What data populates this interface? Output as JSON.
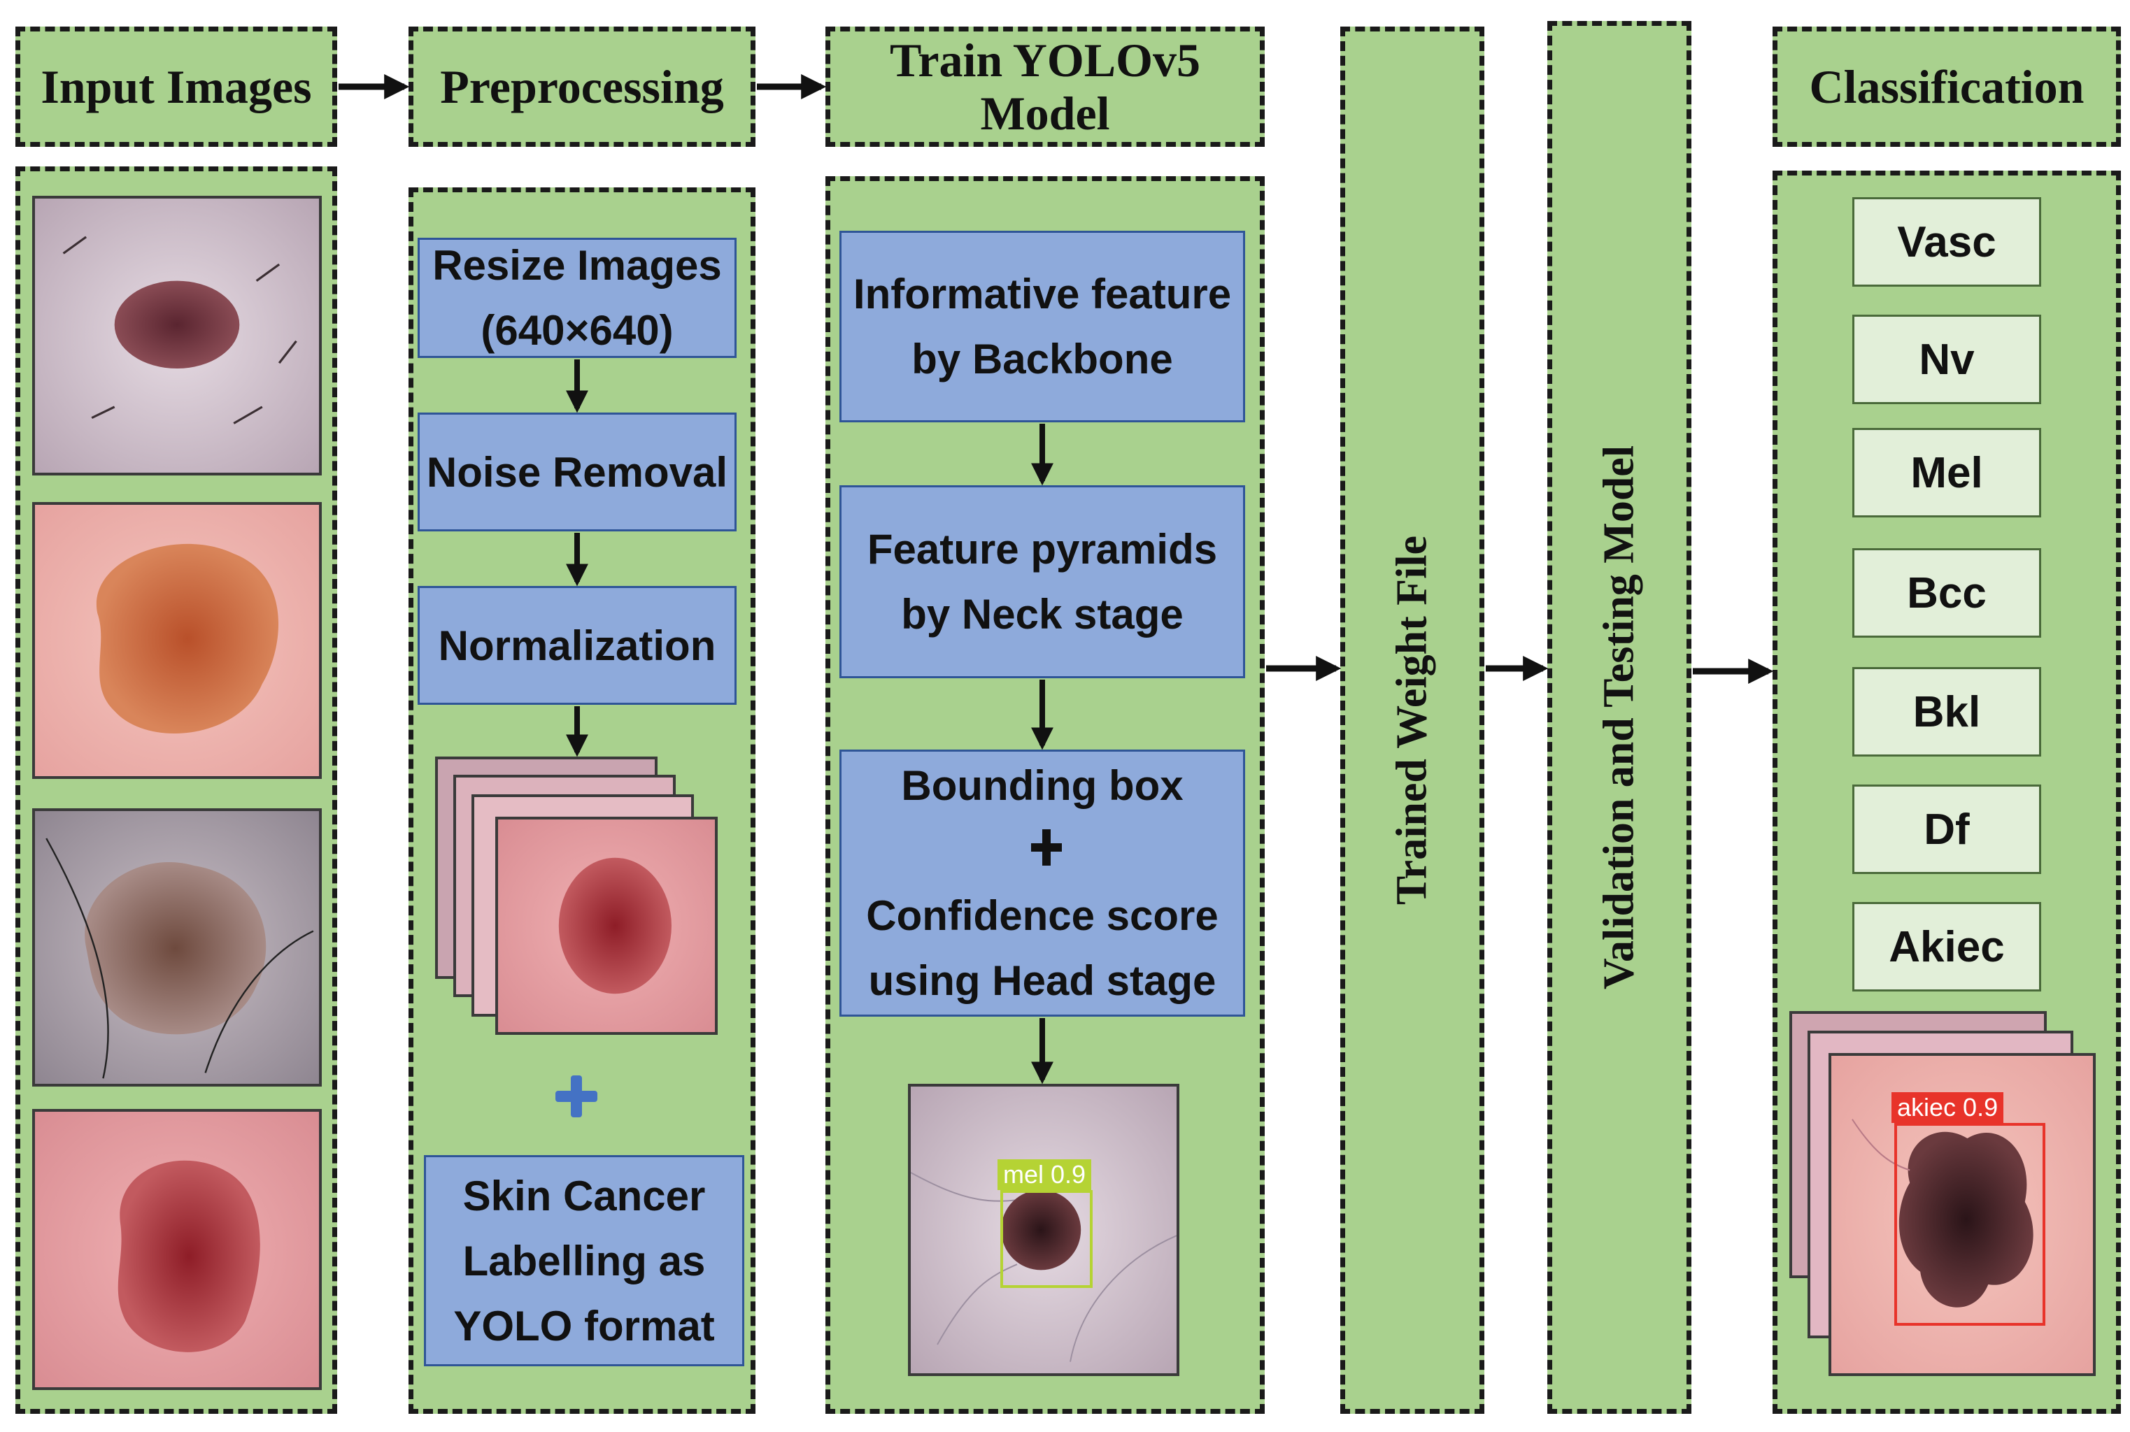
{
  "columns": {
    "input": {
      "title": "Input Images"
    },
    "preprocessing": {
      "title": "Preprocessing",
      "steps": [
        "Resize Images\n(640×640)",
        "Noise Removal",
        "Normalization"
      ],
      "labelling": "Skin Cancer\nLabelling as\nYOLO format"
    },
    "train": {
      "title": "Train YOLOv5\nModel",
      "steps": [
        "Informative feature\nby Backbone",
        "Feature pyramids\nby Neck stage",
        "Bounding box\n\nConfidence score\nusing Head stage"
      ],
      "detection_label": "mel 0.9"
    },
    "weights": {
      "title": "Trained Weight File"
    },
    "validation": {
      "title": "Validation and Testing Model"
    },
    "classification": {
      "title": "Classification",
      "classes": [
        "Vasc",
        "Nv",
        "Mel",
        "Bcc",
        "Bkl",
        "Df",
        "Akiec"
      ],
      "detection_label": "akiec 0.9"
    }
  },
  "icons": {
    "plus": "plus-icon",
    "arrow": "arrow-right-icon"
  },
  "colors": {
    "panel_green": "#a9d18e",
    "step_blue": "#8eaadb",
    "class_box": "#e2efd9",
    "plus_blue": "#4472c4",
    "detect_green": "#b5d334",
    "detect_red": "#e8332a"
  }
}
